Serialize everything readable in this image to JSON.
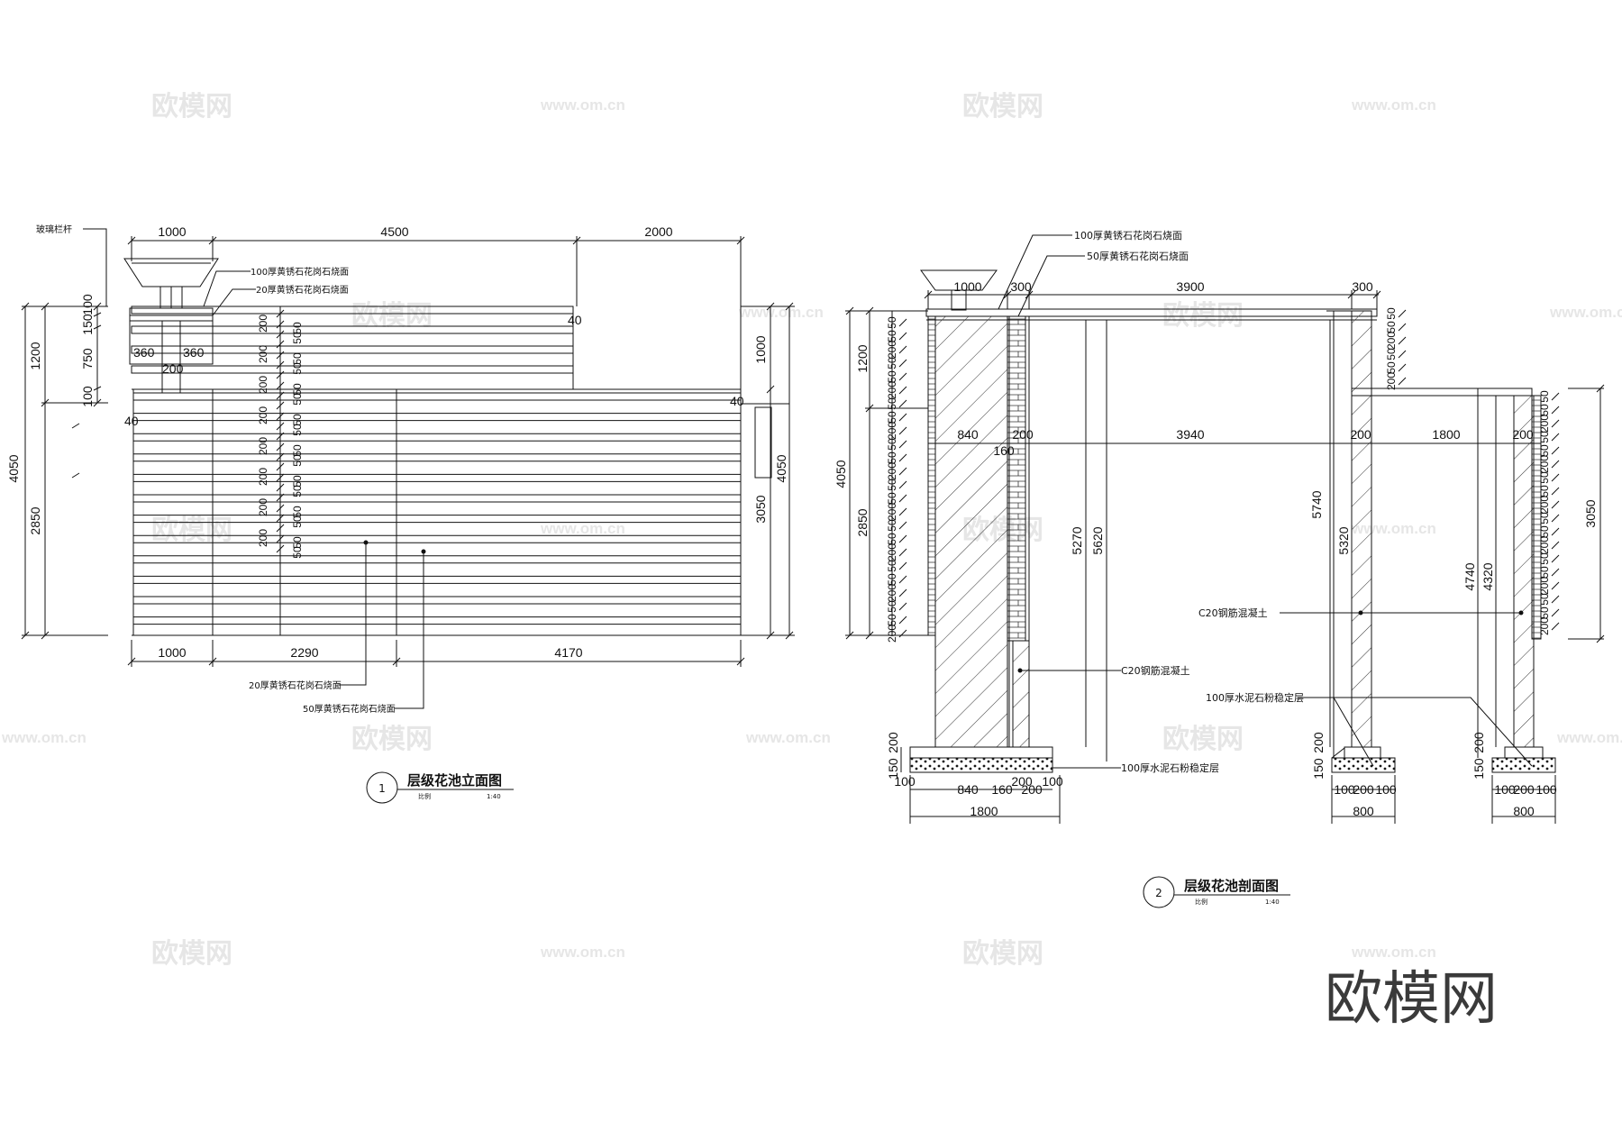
{
  "drawing1": {
    "number": "1",
    "title": "层级花池立面图",
    "scale_label": "比例",
    "scale_value": "1:40",
    "callout_railing": "玻璃栏杆",
    "callout_top1": "100厚黄锈石花岗石烧面",
    "callout_top2": "20厚黄锈石花岗石烧面",
    "callout_bottom1": "20厚黄锈石花岗石烧面",
    "callout_bottom2": "50厚黄锈石花岗石烧面",
    "dims_top": [
      "1000",
      "4500",
      "2000"
    ],
    "dims_bottom": [
      "1000",
      "2290",
      "4170"
    ],
    "dims_left_outer": "4050",
    "dims_left_mid": [
      "1200",
      "2850"
    ],
    "dims_left_inner": [
      "100",
      "150",
      "750",
      "100"
    ],
    "dims_right_outer": "4050",
    "dims_right_mid": [
      "1000",
      "3050"
    ],
    "dims_misc": [
      "360",
      "360",
      "200",
      "40",
      "40",
      "40"
    ],
    "chain_values": [
      "200",
      "50",
      "50"
    ]
  },
  "drawing2": {
    "number": "2",
    "title": "层级花池剖面图",
    "scale_label": "比例",
    "scale_value": "1:40",
    "callout_top1": "100厚黄锈石花岗石烧面",
    "callout_top2": "50厚黄锈石花岗石烧面",
    "callout_c20_right": "C20钢筋混凝土",
    "callout_c20_mid": "C20钢筋混凝土",
    "callout_base_mid": "100厚水泥石粉稳定层",
    "callout_base_left": "100厚水泥石粉稳定层",
    "dims_top": [
      "1000",
      "300",
      "3900",
      "300"
    ],
    "dims_mid": [
      "840",
      "200",
      "160",
      "3940",
      "200",
      "1800",
      "200"
    ],
    "dims_vertical": [
      "5270",
      "5620",
      "5740",
      "5320",
      "4740",
      "4320"
    ],
    "dims_left": [
      "1200",
      "4050",
      "2850"
    ],
    "dims_right": "3050",
    "footing_left": [
      "100",
      "840",
      "160",
      "200",
      "200",
      "100"
    ],
    "footing_left_total": "1800",
    "footing_mid": [
      "100",
      "200",
      "100"
    ],
    "footing_mid_total": "800",
    "footing_right": [
      "100",
      "200",
      "100"
    ],
    "footing_right_total": "800",
    "footing_heights": [
      "150",
      "200"
    ],
    "chain_values": [
      "50",
      "50",
      "200"
    ]
  },
  "watermark": {
    "logo": "欧模网",
    "url": "www.om.cn",
    "brand": "欧模网"
  }
}
